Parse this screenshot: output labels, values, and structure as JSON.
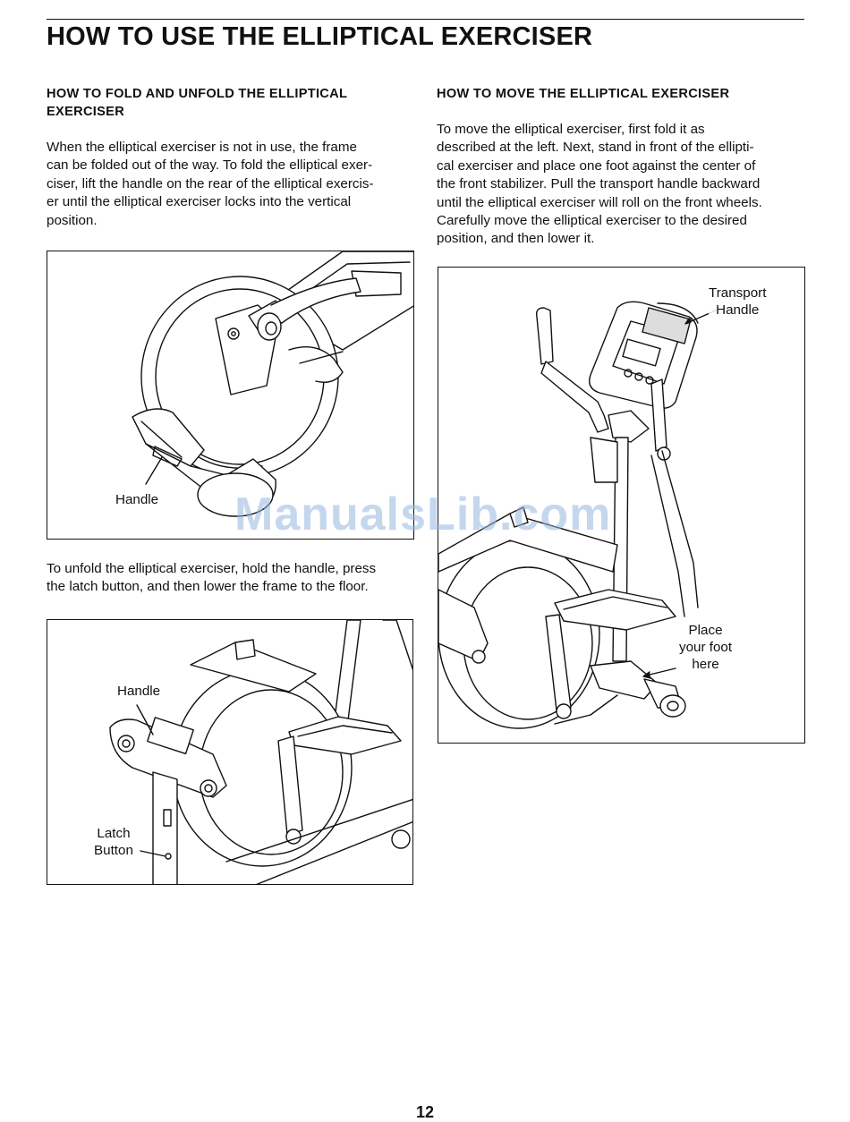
{
  "page": {
    "title": "HOW TO USE THE ELLIPTICAL EXERCISER",
    "page_number": "12",
    "watermark": "ManualsLib.com"
  },
  "left_column": {
    "heading": "HOW TO FOLD AND UNFOLD THE ELLIPTICAL\nEXERCISER",
    "fold_text": "When the elliptical exerciser is not in use, the frame\ncan be folded out of the way. To fold the elliptical exer-\nciser, lift the handle on the rear of the elliptical exercis-\ner until the elliptical exerciser locks into the vertical\nposition.",
    "unfold_text": "To unfold the elliptical exerciser, hold the handle, press\nthe latch button, and then lower the frame to the floor."
  },
  "right_column": {
    "heading": "HOW TO MOVE THE ELLIPTICAL EXERCISER",
    "move_text": "To move the elliptical exerciser, first fold it as\ndescribed at the left. Next, stand in front of the ellipti-\ncal exerciser and place one foot against the center of\nthe front stabilizer. Pull the transport handle backward\nuntil the elliptical exerciser will roll on the front wheels.\nCarefully move the elliptical exerciser to the desired\nposition, and then lower it."
  },
  "figures": {
    "fold": {
      "handle_label": "Handle"
    },
    "unfold": {
      "handle_label": "Handle",
      "latch_label": "Latch\nButton"
    },
    "move": {
      "transport_label": "Transport\nHandle",
      "foot_label": "Place\nyour foot\nhere"
    }
  }
}
